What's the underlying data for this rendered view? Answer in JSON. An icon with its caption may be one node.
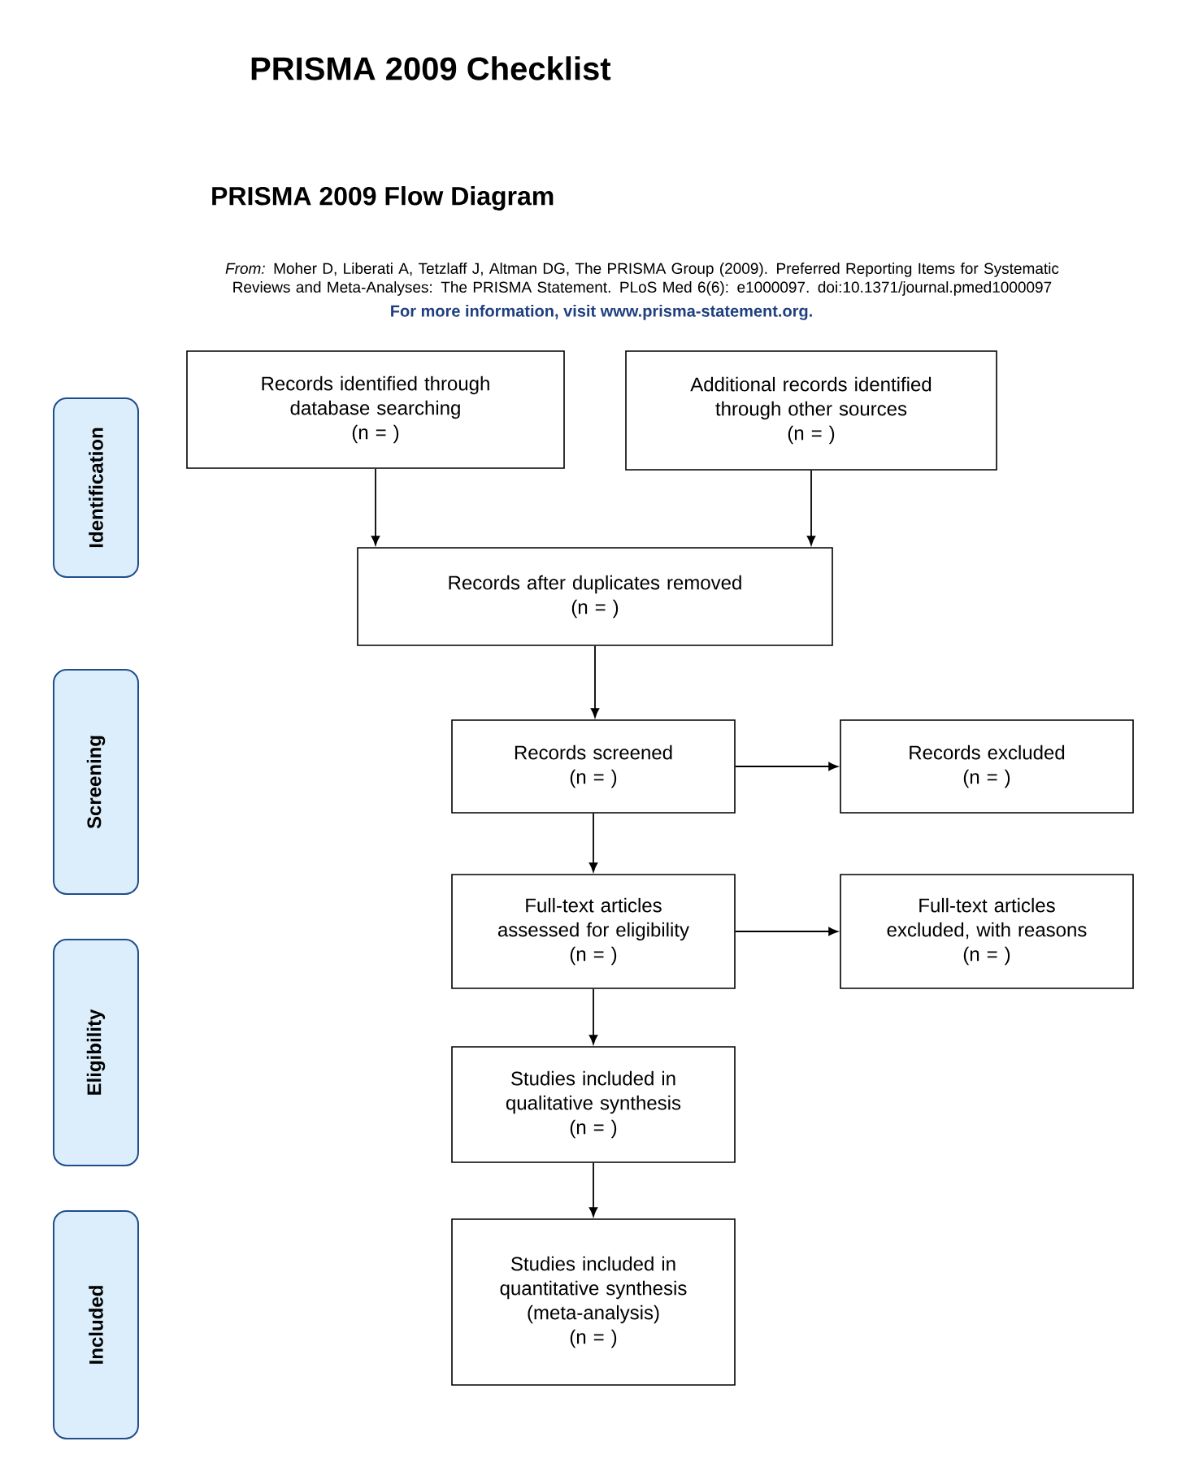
{
  "diagram": {
    "title": "PRISMA 2009 Flow Diagram",
    "nodes": [
      {
        "text": [
          "Identification"
        ]
      },
      {
        "text": [
          "Screening"
        ]
      },
      {
        "text": [
          "Eligibility"
        ]
      },
      {
        "text": [
          "Included"
        ]
      },
      {
        "text": [
          "Records identified through database searching",
          "(n =   )"
        ]
      },
      {
        "text": [
          "Additional records identified through other sources",
          "(n =   )"
        ]
      },
      {
        "text": [
          "Records after duplicates removed",
          "(n =   )"
        ]
      },
      {
        "text": [
          "Records screened",
          "(n =   )"
        ]
      },
      {
        "text": [
          "Records excluded",
          "(n =   )"
        ]
      },
      {
        "text": [
          "Full-text articles assessed for eligibility",
          "(n =   )"
        ]
      },
      {
        "text": [
          "Full-text articles excluded, with reasons",
          "(n =   )"
        ]
      },
      {
        "text": [
          "Studies included in qualitative synthesis",
          "(n =   )"
        ]
      },
      {
        "text": [
          "Studies included in quantitative synthesis (meta-analysis)",
          "(n =   )"
        ]
      }
    ],
    "edges": [
      {
        "from": 4,
        "to": 6,
        "arrow": "to"
      },
      {
        "from": 5,
        "to": 6,
        "arrow": "to"
      },
      {
        "from": 6,
        "to": 7,
        "arrow": "to"
      },
      {
        "from": 7,
        "to": 8,
        "arrow": "to"
      },
      {
        "from": 7,
        "to": 9,
        "arrow": "to"
      },
      {
        "from": 9,
        "to": 10,
        "arrow": "to"
      },
      {
        "from": 9,
        "to": 11,
        "arrow": "to"
      },
      {
        "from": 11,
        "to": 12,
        "arrow": "to"
      }
    ],
    "labels": [
      "PRISMA 2009 Checklist",
      "*From:* Moher D, Liberati A, Tetzlaff J, Altman DG, The PRISMA Group (2009). Preferred Reporting Items for Systematic Reviews and Meta-Analyses: The PRISMA Statement. PLoS Med 6(6): e1000097. doi:10.1371/journal.pmed1000097",
      "For more information, visit www.prisma-statement.org."
    ]
  }
}
